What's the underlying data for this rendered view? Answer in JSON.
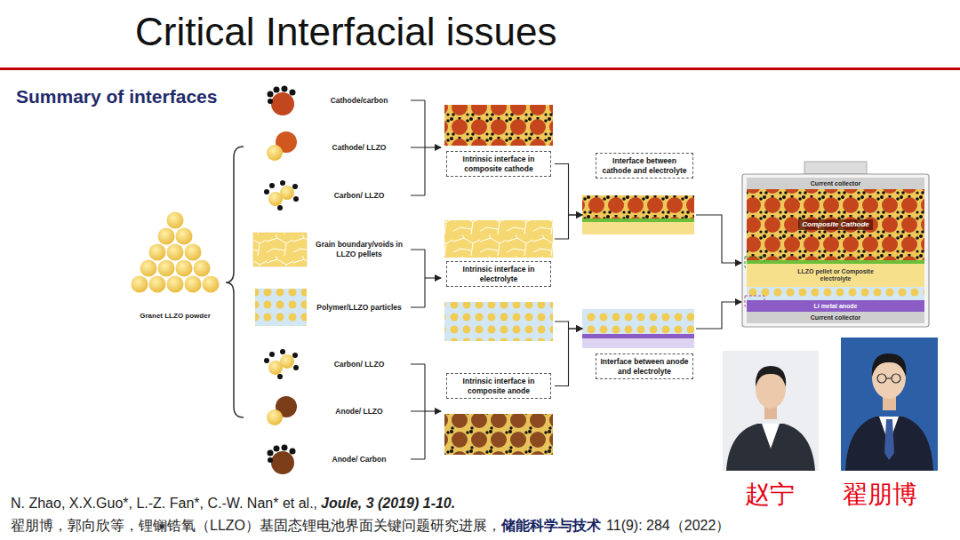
{
  "diagram": {
    "title": "Critical Interfacial issues",
    "nodes": [
      {
        "text": [
          "Intrinsic interface in composite cathode"
        ]
      },
      {
        "text": [
          "Interface between cathode and electrolyte"
        ]
      },
      {
        "text": [
          "Intrinsic interface in electrolyte"
        ]
      },
      {
        "text": [
          "Interface between anode and electrolyte"
        ]
      },
      {
        "text": [
          "Intrinsic interface in composite anode"
        ]
      },
      {
        "text": [
          "Current collector"
        ]
      },
      {
        "text": [
          "Composite Cathode"
        ]
      },
      {
        "text": [
          "LLZO pellet or Composite electrolyte"
        ]
      },
      {
        "text": [
          "Li metal anode"
        ]
      },
      {
        "text": [
          "Current collector"
        ]
      }
    ],
    "edges": [
      {
        "from": 0,
        "to": 1,
        "arrow": "to"
      },
      {
        "from": 2,
        "to": 1,
        "arrow": "to"
      },
      {
        "from": 2,
        "to": 3,
        "arrow": "to"
      },
      {
        "from": 4,
        "to": 3,
        "arrow": "to"
      }
    ],
    "labels": [
      "Summary of interfaces",
      "Granet LLZO powder",
      "Cathode/carbon",
      "Cathode/ LLZO",
      "Carbon/ LLZO",
      "Grain boundary/voids in LLZO pellets",
      "Polymer/LLZO particles",
      "Carbon/ LLZO",
      "Anode/ LLZO",
      "Anode/ Carbon",
      "赵宁",
      "翟朋博",
      "N. Zhao, X.X.Guo*, L.-Z. Fan*, C.-W. Nan* et al.,",
      "Joule, 3 (2019) 1-10.",
      "翟朋博，郭向欣等，锂镧锆氧（LLZO）基固态锂电池界面关键问题研究进展，",
      "储能科学与技术",
      "11(9): 284（2022）"
    ]
  }
}
